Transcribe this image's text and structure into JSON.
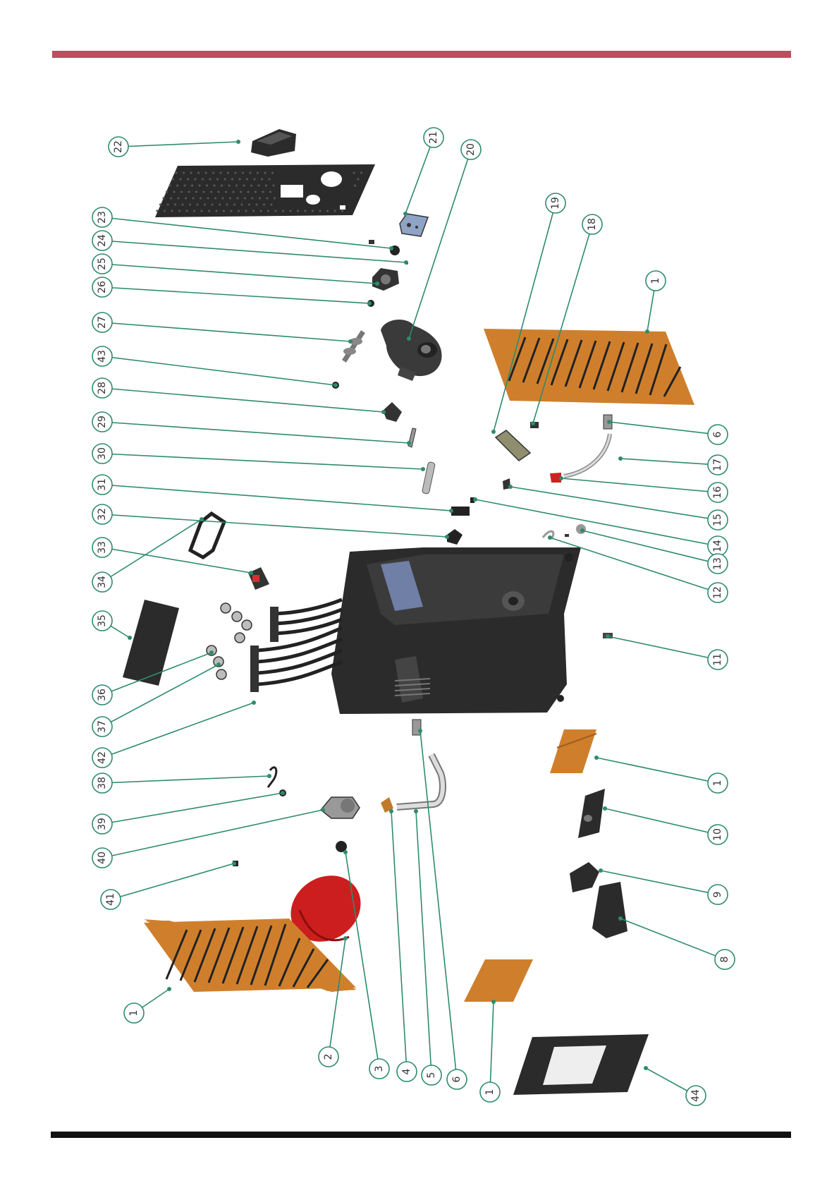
{
  "colors": {
    "top_rule": "#c24b5f",
    "bottom_rule": "#111111",
    "leader": "#2e8b6e",
    "panel": "#cf7f2c",
    "body": "#2b2b2b",
    "tank": "#cc1e1e",
    "glass": "#e8e8e8",
    "panel_insert": "#8fa3c6"
  },
  "callouts": {
    "c1a": "1",
    "c1b": "1",
    "c1c": "1",
    "c1d": "1",
    "c2": "2",
    "c3": "3",
    "c4": "4",
    "c5": "5",
    "c6a": "6",
    "c6b": "6",
    "c8": "8",
    "c9": "9",
    "c10": "10",
    "c11": "11",
    "c12": "12",
    "c13": "13",
    "c14": "14",
    "c15": "15",
    "c16": "16",
    "c17": "17",
    "c18": "18",
    "c19": "19",
    "c20": "20",
    "c21": "21",
    "c22": "22",
    "c23": "23",
    "c24": "24",
    "c25": "25",
    "c26": "26",
    "c27": "27",
    "c28": "28",
    "c29": "29",
    "c30": "30",
    "c31": "31",
    "c32": "32",
    "c33": "33",
    "c34": "34",
    "c35": "35",
    "c36": "36",
    "c37": "37",
    "c38": "38",
    "c39": "39",
    "c40": "40",
    "c41": "41",
    "c42": "42",
    "c43": "43",
    "c44": "44"
  }
}
